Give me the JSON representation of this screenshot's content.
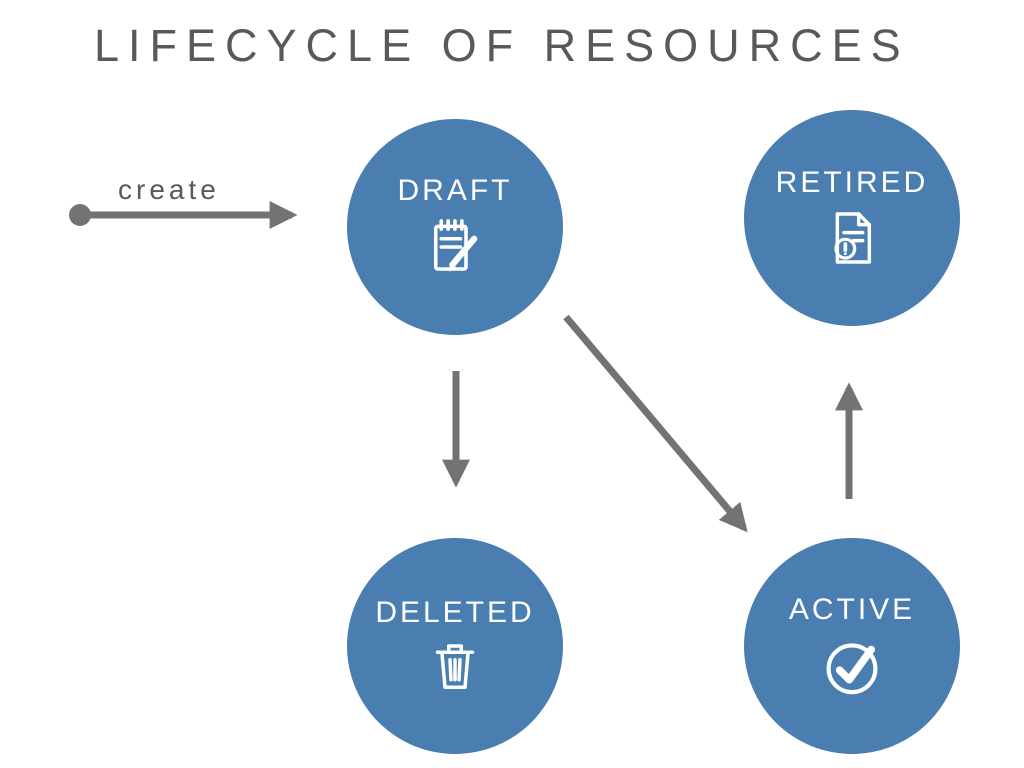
{
  "title": "LIFECYCLE OF RESOURCES",
  "colors": {
    "node_fill": "#4a7eb0",
    "arrow_gray": "#737373",
    "title_gray": "#595959",
    "node_text": "#ffffff"
  },
  "nodes": [
    {
      "id": "draft",
      "label": "DRAFT",
      "icon": "memo-pencil-icon"
    },
    {
      "id": "retired",
      "label": "RETIRED",
      "icon": "document-alert-icon"
    },
    {
      "id": "deleted",
      "label": "DELETED",
      "icon": "trash-icon"
    },
    {
      "id": "active",
      "label": "ACTIVE",
      "icon": "check-circle-icon"
    }
  ],
  "edges": [
    {
      "from": "start",
      "to": "draft",
      "label": "create"
    },
    {
      "from": "draft",
      "to": "deleted",
      "label": ""
    },
    {
      "from": "draft",
      "to": "active",
      "label": ""
    },
    {
      "from": "active",
      "to": "retired",
      "label": ""
    }
  ]
}
